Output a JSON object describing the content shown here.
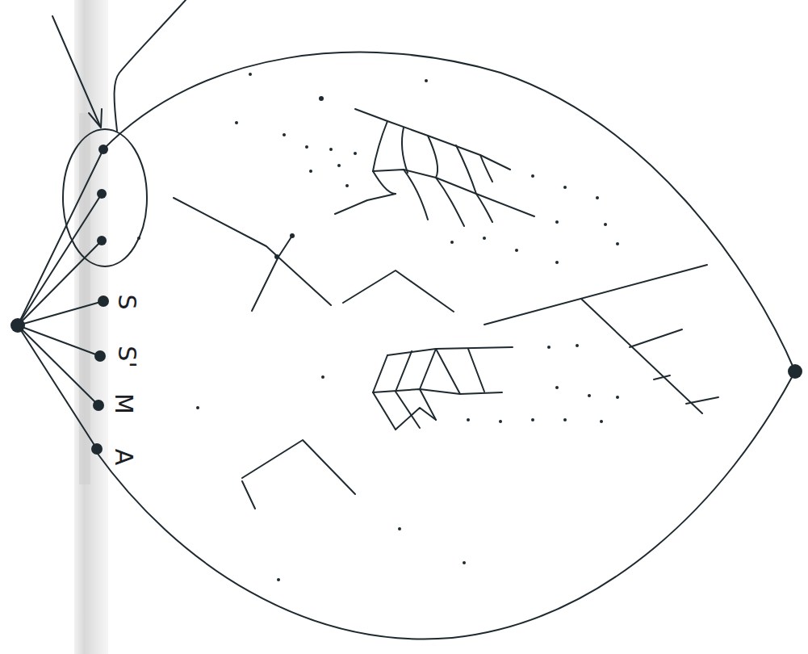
{
  "diagram": {
    "labels": [
      "S",
      "S'",
      "M",
      "A"
    ]
  }
}
